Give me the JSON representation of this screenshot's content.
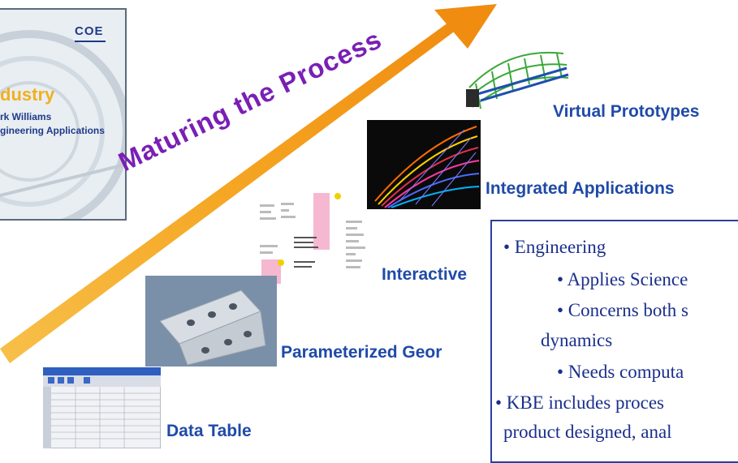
{
  "title_slide": {
    "logo": "COE",
    "title": "dustry",
    "author": "rk Williams",
    "affiliation": "gineering Applications"
  },
  "arrow_label": "Maturing the Process",
  "stages": [
    {
      "label": "Virtual Prototypes"
    },
    {
      "label": "Integrated Applications"
    },
    {
      "label": "Interactive"
    },
    {
      "label": "Parameterized Geor"
    },
    {
      "label": "Data Table"
    }
  ],
  "info_box": {
    "bullet1": "• Engineering",
    "sub1": "• Applies Science",
    "sub2": "• Concerns both s",
    "sub2_cont": "dynamics",
    "sub3": "• Needs computa",
    "bullet2": "• KBE includes proces",
    "bullet2_cont": "product designed, anal"
  },
  "colors": {
    "arrow": "#f5a623",
    "arrow_text": "#7a1fb5",
    "stage_text": "#1f4aa8",
    "info_border": "#2a3f9e",
    "info_text": "#1a2f8c"
  }
}
